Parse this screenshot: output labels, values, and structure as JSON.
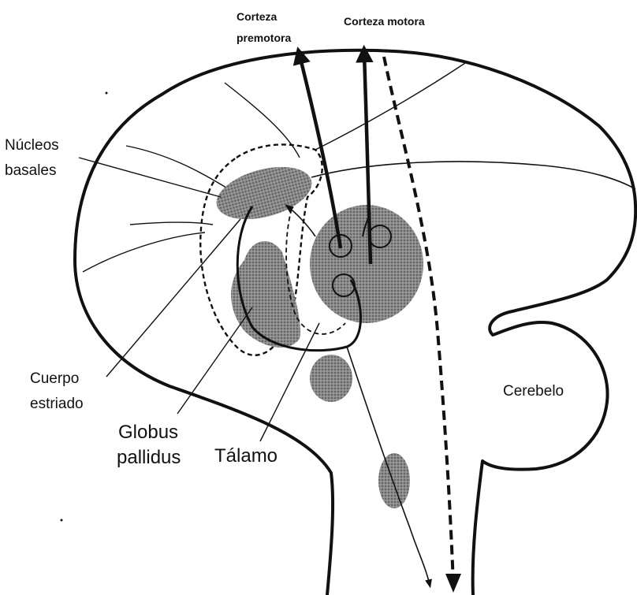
{
  "diagram": {
    "labels": {
      "corteza_premotora_1": "Corteza",
      "corteza_premotora_2": "premotora",
      "corteza_motora": "Corteza motora",
      "nucleos_1": "Núcleos",
      "nucleos_2": "basales",
      "cuerpo_1": "Cuerpo",
      "cuerpo_2": "estriado",
      "globus_1": "Globus",
      "globus_2": "pallidus",
      "talamo": "Tálamo",
      "cerebelo": "Cerebelo"
    },
    "colors": {
      "ink": "#111111",
      "nucleus_fill": "#7a7a7a",
      "background": "#ffffff"
    }
  }
}
